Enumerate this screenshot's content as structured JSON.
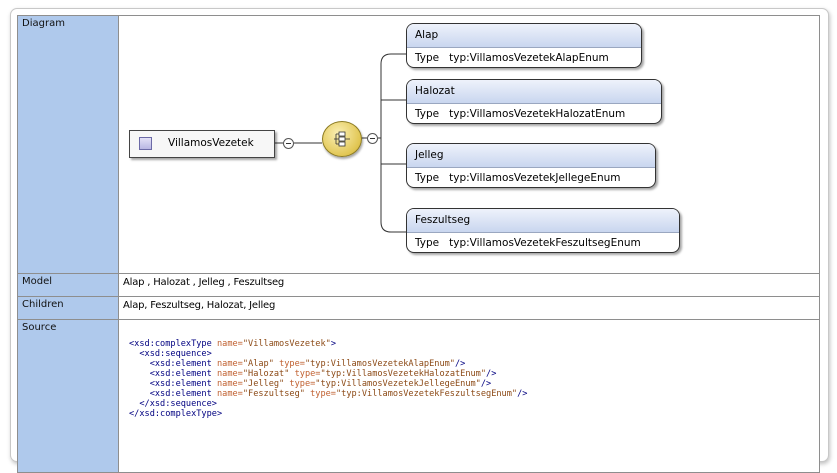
{
  "labels": {
    "diagram": "Diagram",
    "model": "Model",
    "children": "Children",
    "source": "Source"
  },
  "diagram": {
    "root": {
      "name": "VillamosVezetek"
    },
    "elements": [
      {
        "name": "Alap",
        "type_label": "Type",
        "type_value": "typ:VillamosVezetekAlapEnum"
      },
      {
        "name": "Halozat",
        "type_label": "Type",
        "type_value": "typ:VillamosVezetekHalozatEnum"
      },
      {
        "name": "Jelleg",
        "type_label": "Type",
        "type_value": "typ:VillamosVezetekJellegeEnum"
      },
      {
        "name": "Feszultseg",
        "type_label": "Type",
        "type_value": "typ:VillamosVezetekFeszultsegEnum"
      }
    ]
  },
  "model": "Alap , Halozat , Jelleg , Feszultseg",
  "children": "Alap, Feszultseg, Halozat, Jelleg",
  "source": {
    "lines": [
      {
        "indent": "",
        "open": "<xsd:complexType",
        "attrs": [
          [
            "name",
            "\"VillamosVezetek\""
          ]
        ],
        "close": ">"
      },
      {
        "indent": "  ",
        "open": "<xsd:sequence>",
        "attrs": [],
        "close": ""
      },
      {
        "indent": "    ",
        "open": "<xsd:element",
        "attrs": [
          [
            "name",
            "\"Alap\""
          ],
          [
            "type",
            "\"typ:VillamosVezetekAlapEnum\""
          ]
        ],
        "close": "/>"
      },
      {
        "indent": "    ",
        "open": "<xsd:element",
        "attrs": [
          [
            "name",
            "\"Halozat\""
          ],
          [
            "type",
            "\"typ:VillamosVezetekHalozatEnum\""
          ]
        ],
        "close": "/>"
      },
      {
        "indent": "    ",
        "open": "<xsd:element",
        "attrs": [
          [
            "name",
            "\"Jelleg\""
          ],
          [
            "type",
            "\"typ:VillamosVezetekJellegeEnum\""
          ]
        ],
        "close": "/>"
      },
      {
        "indent": "    ",
        "open": "<xsd:element",
        "attrs": [
          [
            "name",
            "\"Feszultseg\""
          ],
          [
            "type",
            "\"typ:VillamosVezetekFeszultsegEnum\""
          ]
        ],
        "close": "/>"
      },
      {
        "indent": "  ",
        "open": "</xsd:sequence>",
        "attrs": [],
        "close": ""
      },
      {
        "indent": "",
        "open": "</xsd:complexType>",
        "attrs": [],
        "close": ""
      }
    ]
  }
}
